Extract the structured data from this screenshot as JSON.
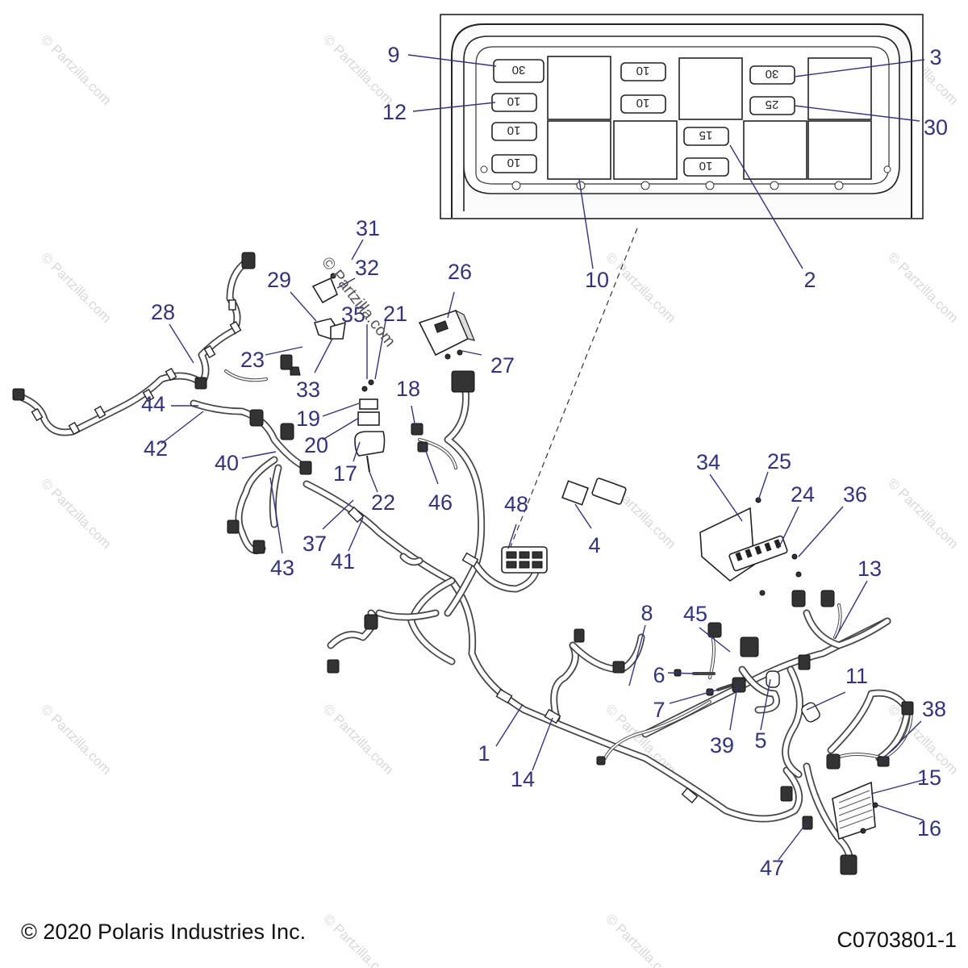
{
  "footer": {
    "copyright": "© 2020 Polaris Industries Inc.",
    "drawing_code": "C0703801-1"
  },
  "watermark": "© Partzilla.com",
  "fuse_box": {
    "fuse_ratings": [
      "30",
      "10",
      "10",
      "10",
      "10",
      "10",
      "30",
      "25",
      "15",
      "10"
    ]
  },
  "callouts": [
    "1",
    "2",
    "3",
    "4",
    "5",
    "6",
    "7",
    "8",
    "9",
    "10",
    "11",
    "12",
    "13",
    "14",
    "15",
    "16",
    "17",
    "18",
    "19",
    "20",
    "21",
    "22",
    "23",
    "24",
    "25",
    "26",
    "27",
    "28",
    "29",
    "30",
    "31",
    "32",
    "33",
    "34",
    "35",
    "36",
    "37",
    "38",
    "39",
    "40",
    "41",
    "42",
    "43",
    "44",
    "45",
    "46",
    "47",
    "48"
  ]
}
